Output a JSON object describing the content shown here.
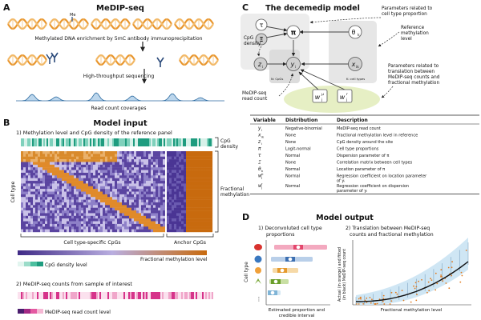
{
  "panelA": {
    "letter": "A",
    "title": "MeDIP-seq",
    "me_label": "Me",
    "step1": "Methylated DNA enrichment by 5mC antibody immunoprecipitation",
    "step2": "High-throughput sequencing",
    "step3": "Read count coverages"
  },
  "panelB": {
    "letter": "B",
    "title": "Model input",
    "sub1": "1) Methylation level and CpG density of the reference panel",
    "cpg_density": [
      "CpG",
      "density"
    ],
    "frac_methylation": [
      "Fractional",
      "methylation"
    ],
    "cell_type": "Cell type",
    "ct_specific": "Cell type-specific CpGs",
    "anchor": "Anchor CpGs",
    "frac_level_legend": "Fractional methylation level",
    "cpg_level_legend": "CpG density level",
    "sub2": "2) MeDIP-seq counts from sample of interest",
    "read_level_legend": "MeDIP-seq read count level"
  },
  "panelC": {
    "letter": "C",
    "title": "The decemedip model",
    "node_tau": "τ",
    "node_xi": "Ξ",
    "node_pi": "π",
    "node_theta": "θ",
    "node_theta_sub": "k",
    "node_z": "z",
    "node_z_sub": "i",
    "node_y": "y",
    "node_y_sub": "i",
    "node_x": "x",
    "node_x_sub": "ik",
    "node_wm": "w",
    "node_wm_sup": "μ",
    "node_wm_sub": "j",
    "node_wr": "w",
    "node_wr_sup": "r",
    "node_wr_sub": "j",
    "plate_n": "N: CpGs",
    "plate_k": "K: cell types",
    "ann_cell_type": [
      "Parameters related to",
      "cell type proportion"
    ],
    "ann_reference": [
      "Reference",
      "methylation",
      "level"
    ],
    "ann_translation": [
      "Parameters related to",
      "translation between",
      "MeDIP-seq counts and",
      "fractional methylation"
    ],
    "ann_cpg": [
      "CpG",
      "density"
    ],
    "ann_read": [
      "MeDIP-seq",
      "read count"
    ],
    "table_headers": [
      "Variable",
      "Distribution",
      "Description"
    ],
    "table_rows": [
      {
        "v": "y",
        "sub": "i",
        "sup": "",
        "dist": "Negative-binomial",
        "desc": [
          "MeDIP-seq read count"
        ]
      },
      {
        "v": "x",
        "sub": "ik",
        "sup": "",
        "dist": "None",
        "desc": [
          "Fractional methylation level in reference"
        ]
      },
      {
        "v": "z",
        "sub": "i",
        "sup": "",
        "dist": "None",
        "desc": [
          "CpG density around the site"
        ]
      },
      {
        "v": "π",
        "sub": "",
        "sup": "",
        "dist": "Logit-normal",
        "desc": [
          "Cell type proportions"
        ]
      },
      {
        "v": "τ",
        "sub": "",
        "sup": "",
        "dist": "Normal",
        "desc": [
          "Dispersion parameter of π"
        ]
      },
      {
        "v": "Ξ",
        "sub": "",
        "sup": "",
        "dist": "None",
        "desc": [
          "Correlation matrix between cell types"
        ]
      },
      {
        "v": "θ",
        "sub": "k",
        "sup": "",
        "dist": "Normal",
        "desc": [
          "Location parameter of π"
        ]
      },
      {
        "v": "w",
        "sub": "j",
        "sup": "μ",
        "dist": "Normal",
        "desc": [
          "Regression coefficient on location parameter",
          "of yᵢ"
        ]
      },
      {
        "v": "w",
        "sub": "j",
        "sup": "r",
        "dist": "Normal",
        "desc": [
          "Regression coefficient on dispersion",
          "parameter of yᵢ"
        ]
      }
    ]
  },
  "panelD": {
    "letter": "D",
    "title": "Model output",
    "sub1": [
      "1) Deconvoluted cell type",
      "proportions"
    ],
    "sub2": [
      "2) Translation between MeDIP-seq",
      "counts and fractional methylation"
    ],
    "cell_type": "Cell type",
    "x1": [
      "Estimated proportion and",
      "credible interval"
    ],
    "y2": [
      "Actual (in orange) and fitted",
      "(in black) MeDIP-seq count"
    ],
    "x2": "Fractional methylation level",
    "ellipsis": "⋮"
  },
  "colors": {
    "helix": "#e8962e",
    "navy": "#2b4a7a",
    "heat_high": "#c86a0e",
    "heat_low": "#3f2a86",
    "teal": "#39b89a",
    "pink": "#d6338a",
    "plate": "#ececec",
    "green_ellipse": "#e6efc4",
    "fit_band": "#cfe6f4",
    "fit_orange": "#e07b1f"
  }
}
